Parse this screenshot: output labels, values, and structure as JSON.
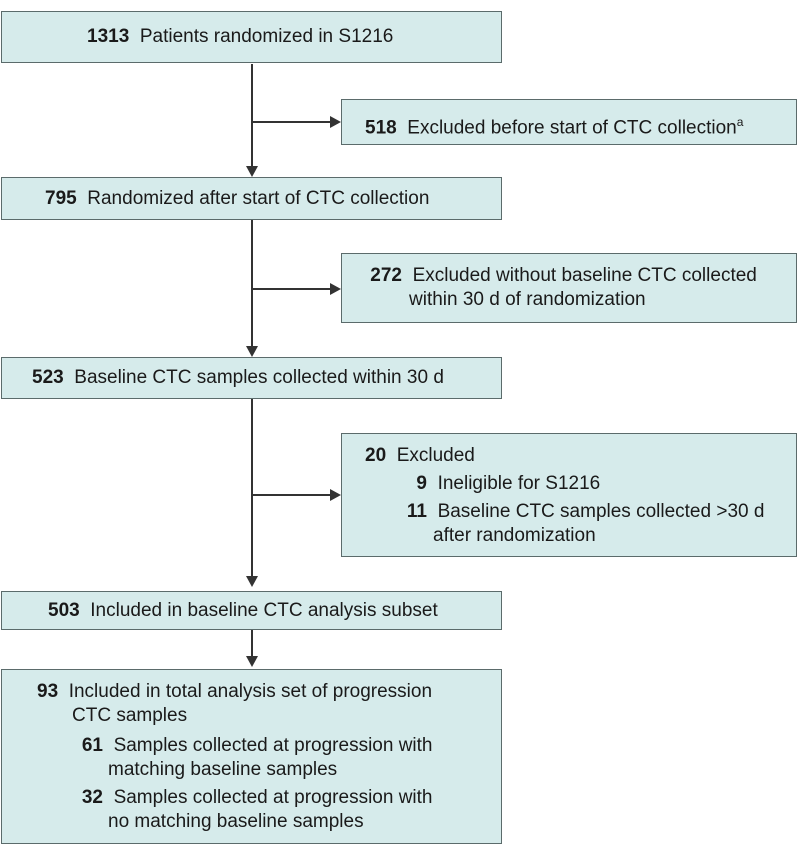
{
  "boxes": {
    "randomized": {
      "count": "1313",
      "label": "Patients randomized in S1216"
    },
    "excluded_before": {
      "count": "518",
      "label": "Excluded before start of CTC collection",
      "footnote": "a"
    },
    "after_start": {
      "count": "795",
      "label": "Randomized after start of CTC collection"
    },
    "excluded_no_baseline": {
      "count": "272",
      "line1": "Excluded without baseline CTC collected",
      "line2": "within 30 d of randomization"
    },
    "baseline_collected": {
      "count": "523",
      "label": "Baseline CTC samples collected within 30 d"
    },
    "excluded_20": {
      "count": "20",
      "label": "Excluded",
      "items": [
        {
          "count": "9",
          "line1": "Ineligible for S1216"
        },
        {
          "count": "11",
          "line1": "Baseline CTC samples collected >30 d",
          "line2": "after randomization"
        }
      ]
    },
    "included_baseline": {
      "count": "503",
      "label": "Included in baseline CTC analysis subset"
    },
    "total_analysis": {
      "count": "93",
      "line1": "Included in total analysis set of progression",
      "line2": "CTC samples",
      "items": [
        {
          "count": "61",
          "line1": "Samples collected at progression with",
          "line2": "matching baseline samples"
        },
        {
          "count": "32",
          "line1": "Samples collected at progression with",
          "line2": "no matching baseline samples"
        }
      ]
    }
  }
}
